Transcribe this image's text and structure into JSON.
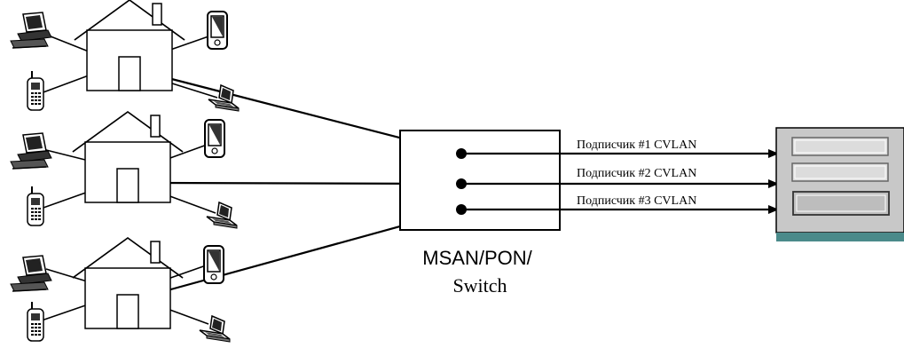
{
  "diagram": {
    "switch_label_line1": "MSAN/PON/",
    "switch_label_line2": "Switch",
    "links": [
      {
        "label": "Подписчик #1 CVLAN"
      },
      {
        "label": "Подписчик #2 CVLAN"
      },
      {
        "label": "Подписчик #3 CVLAN"
      }
    ],
    "houses_count_note": "3 subscriber houses, each with desktop PC, PDA, mobile phone and laptop",
    "colors": {
      "line": "#000000",
      "panel_face": "#c8c8c8",
      "panel_slot": "#dcdcdc",
      "panel_base": "#4a8a8a"
    },
    "icons": [
      "house-icon",
      "desktop-computer-icon",
      "mobile-phone-icon",
      "pda-icon",
      "laptop-icon",
      "server-panel-icon"
    ]
  }
}
